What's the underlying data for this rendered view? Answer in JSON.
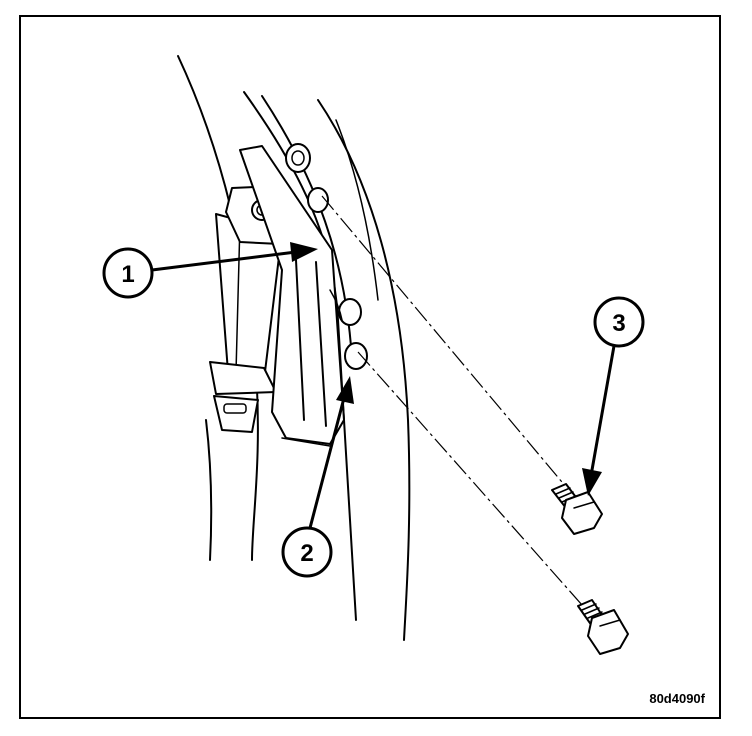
{
  "figure": {
    "code": "80d4090f",
    "callouts": [
      {
        "number": "1"
      },
      {
        "number": "2"
      },
      {
        "number": "3"
      }
    ]
  }
}
